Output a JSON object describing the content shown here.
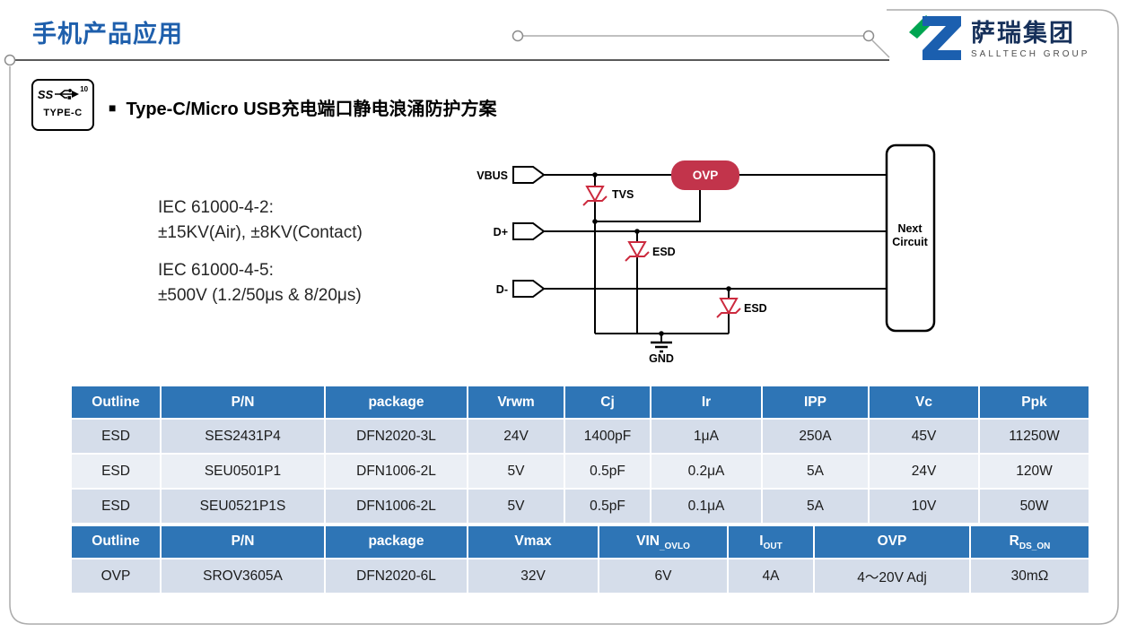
{
  "page": {
    "title": "手机产品应用"
  },
  "logo": {
    "cn": "萨瑞集团",
    "en": "SALLTECH GROUP"
  },
  "typec_icon": {
    "ss": "SS",
    "speed": "10",
    "label": "TYPE-C"
  },
  "section": {
    "bullet": "■",
    "title": "Type-C/Micro USB充电端口静电浪涌防护方案"
  },
  "iec": {
    "line1": "IEC 61000-4-2:",
    "line2": "±15KV(Air), ±8KV(Contact)",
    "line3": "IEC 61000-4-5:",
    "line4": "±500V (1.2/50μs & 8/20μs)"
  },
  "diagram": {
    "vbus_label": "VBUS",
    "dplus_label": "D+",
    "dminus_label": "D-",
    "tvs_label": "TVS",
    "esd1_label": "ESD",
    "esd2_label": "ESD",
    "ovp_label": "OVP",
    "gnd_label": "GND",
    "next_line1": "Next",
    "next_line2": "Circuit"
  },
  "colors": {
    "header_blue": "#2E75B6",
    "title_blue": "#1E5FAC",
    "ovp_red": "#C2344B",
    "diode_red": "#CC2A3E",
    "row_dark": "#D5DDEA",
    "row_light": "#EBEFF5"
  },
  "esd_table": {
    "headers": [
      "Outline",
      "P/N",
      "package",
      "Vrwm",
      "Cj",
      "Ir",
      "IPP",
      "Vc",
      "Ppk"
    ],
    "rows": [
      [
        "ESD",
        "SES2431P4",
        "DFN2020-3L",
        "24V",
        "1400pF",
        "1μA",
        "250A",
        "45V",
        "11250W"
      ],
      [
        "ESD",
        "SEU0501P1",
        "DFN1006-2L",
        "5V",
        "0.5pF",
        "0.2μA",
        "5A",
        "24V",
        "120W"
      ],
      [
        "ESD",
        "SEU0521P1S",
        "DFN1006-2L",
        "5V",
        "0.5pF",
        "0.1μA",
        "5A",
        "10V",
        "50W"
      ]
    ]
  },
  "ovp_table": {
    "headers_main": [
      "Outline",
      "P/N",
      "package",
      "Vmax",
      "VIN",
      "I",
      "OVP",
      "R"
    ],
    "headers_sub": [
      "",
      "",
      "",
      "",
      "_OVLO",
      "OUT",
      "",
      "DS_ON"
    ],
    "rows": [
      [
        "OVP",
        "SROV3605A",
        "DFN2020-6L",
        "32V",
        "6V",
        "4A",
        "4～20V Adj",
        "30mΩ"
      ]
    ]
  }
}
